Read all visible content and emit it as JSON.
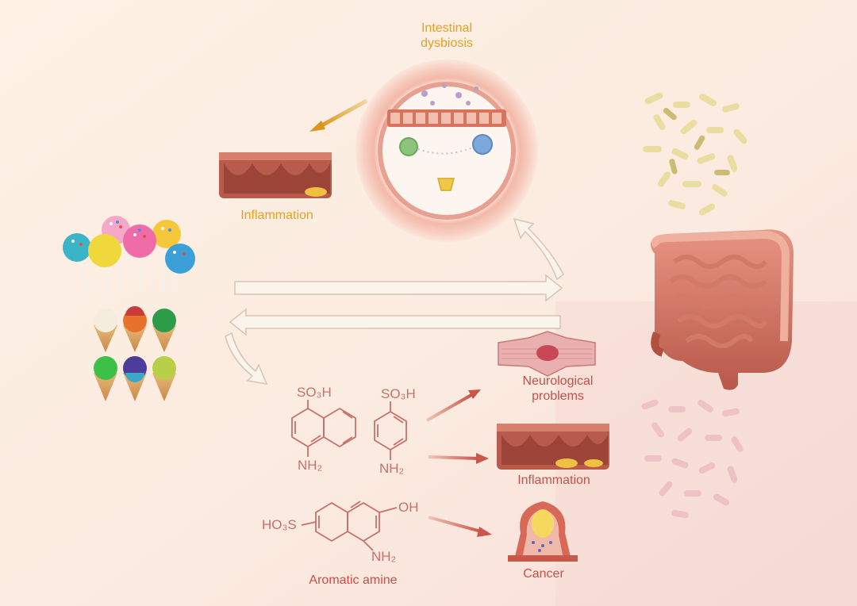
{
  "labels": {
    "intestinal_dysbiosis_line1": "Intestinal",
    "intestinal_dysbiosis_line2": "dysbiosis",
    "inflammation_top": "Inflammation",
    "neurological_line1": "Neurological",
    "neurological_line2": "problems",
    "inflammation_bottom": "Inflammation",
    "cancer": "Cancer",
    "aromatic_amine": "Aromatic amine"
  },
  "chemistry": {
    "so3h_1": "SO₃H",
    "nh2_1": "NH₂",
    "so3h_2": "SO₃H",
    "nh2_2": "NH₂",
    "oh": "OH",
    "ho3s": "HO₃S",
    "nh2_3": "NH₂"
  },
  "colors": {
    "accent_orange": "#e8a024",
    "accent_red": "#c8504a",
    "structure": "#c8706c",
    "background": "#fbecdf"
  }
}
